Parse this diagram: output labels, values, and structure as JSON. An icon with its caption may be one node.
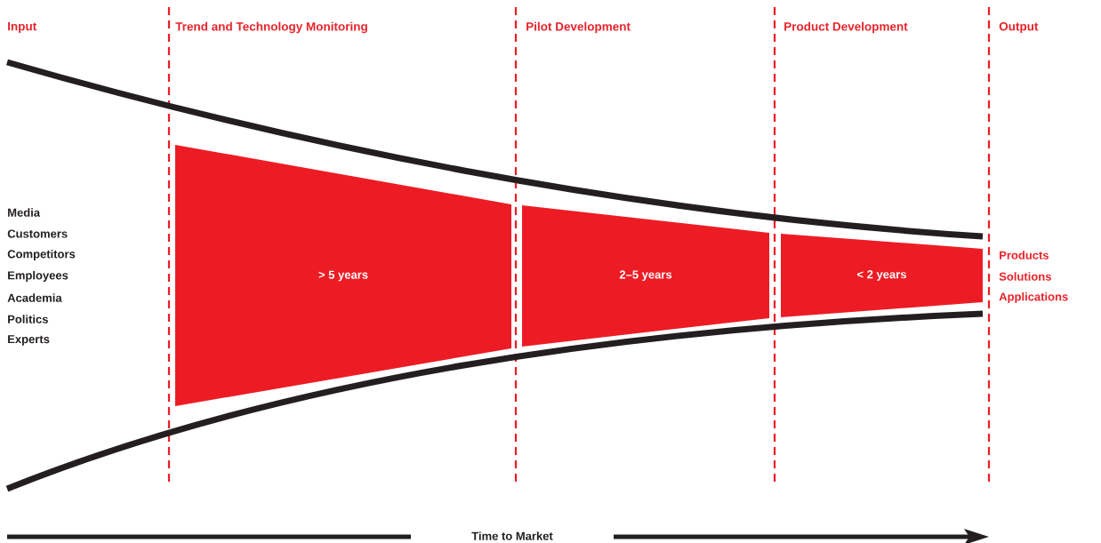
{
  "diagram": {
    "nodes": [
      {
        "text": [
          "> 5 years"
        ]
      },
      {
        "text": [
          "2–5 years"
        ]
      },
      {
        "text": [
          "< 2 years"
        ]
      }
    ],
    "labels": [
      "Input",
      "Trend and Technology Monitoring",
      "Pilot Development",
      "Product Development",
      "Output",
      "Media",
      "Customers",
      "Competitors",
      "Employees",
      "Academia",
      "Politics",
      "Experts",
      "Products",
      "Solutions",
      "Applications",
      "Time to Market"
    ]
  }
}
